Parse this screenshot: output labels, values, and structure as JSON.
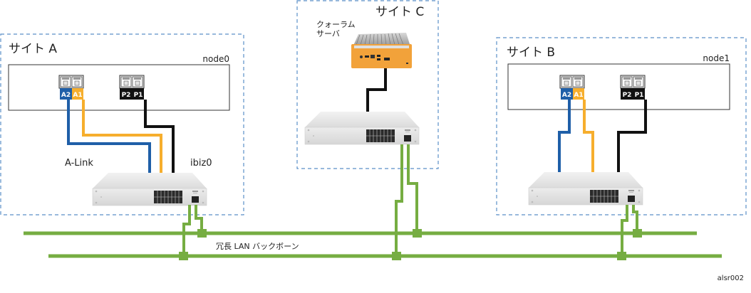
{
  "diagram": {
    "title": "冗長 LAN バックボーン network topology",
    "figure_id": "alsr002",
    "backbone_label": "冗長 LAN バックボーン",
    "colors": {
      "site_border": "#5b8fc7",
      "a_link_blue": "#1f5fa8",
      "a_link_orange": "#f6ae2d",
      "public_black": "#111111",
      "backbone_green": "#76ad42",
      "server_orange": "#f2a23a"
    },
    "sites": [
      {
        "id": "site-a",
        "label": "サイト A",
        "node": {
          "label": "node0",
          "ports": [
            {
              "label": "A2",
              "type": "a-link"
            },
            {
              "label": "A1",
              "type": "a-link"
            },
            {
              "label": "P2",
              "type": "public"
            },
            {
              "label": "P1",
              "type": "public"
            }
          ]
        },
        "link_labels": {
          "a_link": "A-Link",
          "interface": "ibiz0"
        }
      },
      {
        "id": "site-c",
        "label": "サイト C",
        "server_label_line1": "クォーラム",
        "server_label_line2": "サーバ"
      },
      {
        "id": "site-b",
        "label": "サイト B",
        "node": {
          "label": "node1",
          "ports": [
            {
              "label": "A2",
              "type": "a-link"
            },
            {
              "label": "A1",
              "type": "a-link"
            },
            {
              "label": "P2",
              "type": "public"
            },
            {
              "label": "P1",
              "type": "public"
            }
          ]
        }
      }
    ]
  }
}
